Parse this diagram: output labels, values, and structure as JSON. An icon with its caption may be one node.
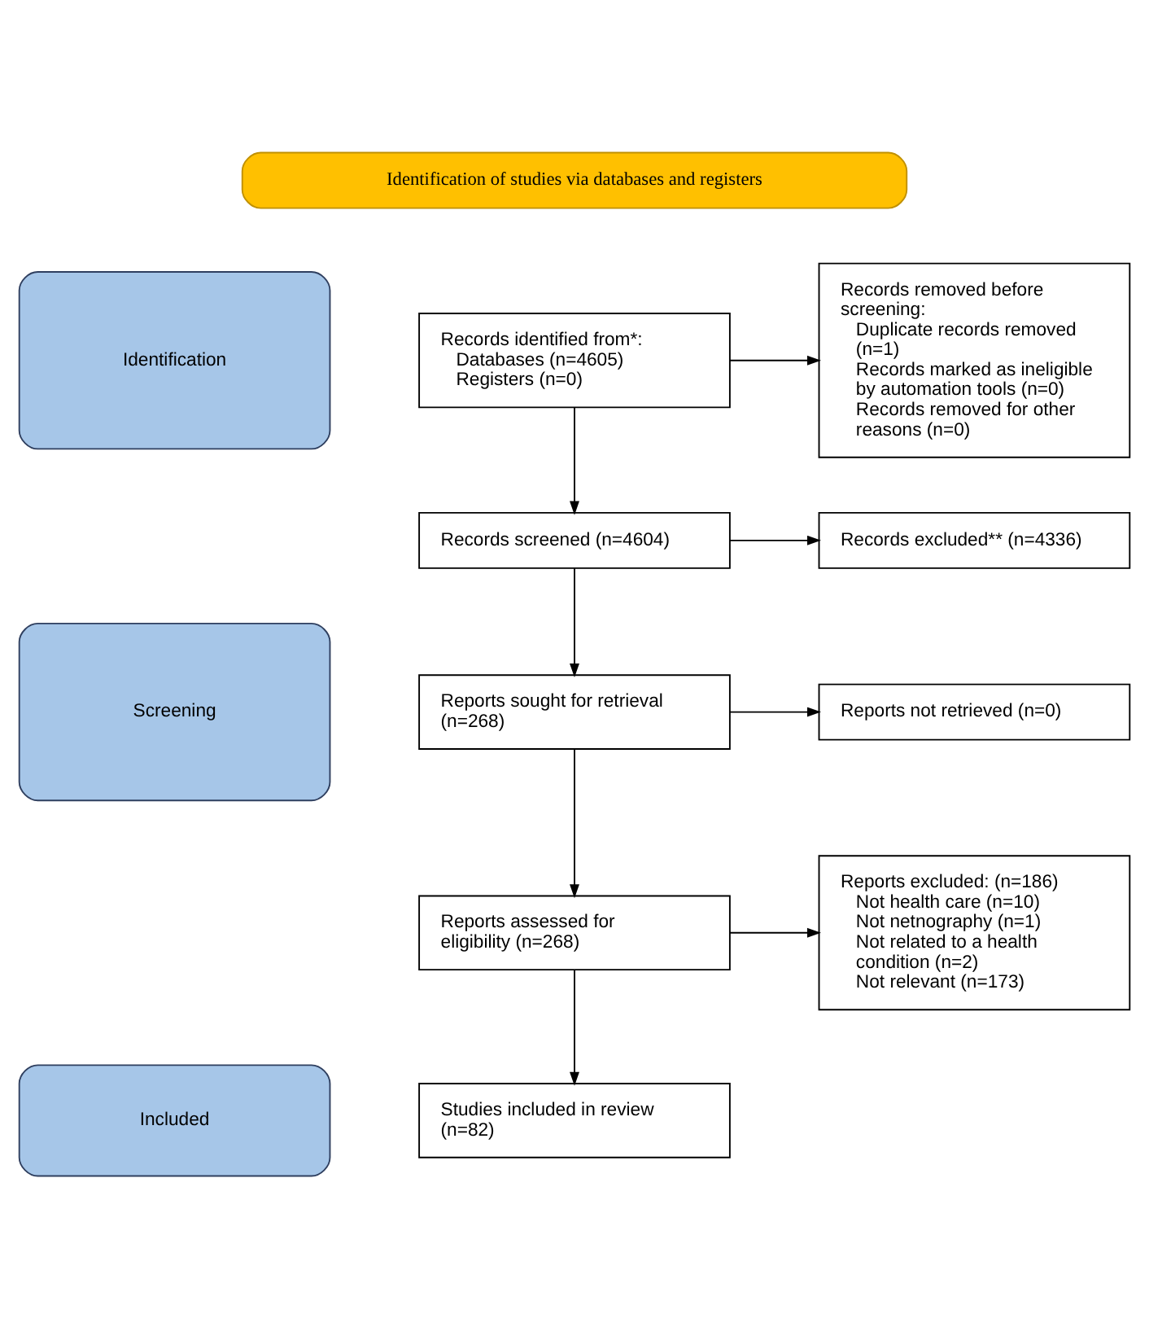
{
  "diagram": {
    "nodes": [
      {
        "text": [
          "Identification of studies via databases and registers"
        ]
      },
      {
        "text": [
          "Identification"
        ]
      },
      {
        "text": [
          "Screening"
        ]
      },
      {
        "text": [
          "Included"
        ]
      },
      {
        "text": [
          "Records identified from*:",
          "Databases (n=4605)",
          "Registers (n=0)"
        ]
      },
      {
        "text": [
          "Records removed before screening:",
          "Duplicate records removed (n=1)",
          "Records marked as ineligible by automation tools (n=0)",
          "Records removed for other reasons (n=0)"
        ]
      },
      {
        "text": [
          "Records screened (n=4604)"
        ]
      },
      {
        "text": [
          "Records excluded** (n=4336)"
        ]
      },
      {
        "text": [
          "Reports sought for retrieval (n=268)"
        ]
      },
      {
        "text": [
          "Reports not retrieved (n=0)"
        ]
      },
      {
        "text": [
          "Reports assessed for eligibility (n=268)"
        ]
      },
      {
        "text": [
          "Reports excluded: (n=186)",
          "Not health care (n=10)",
          "Not netnography (n=1)",
          "Not related to a health condition (n=2)",
          "Not relevant (n=173)"
        ]
      },
      {
        "text": [
          "Studies included in review (n=82)"
        ]
      }
    ],
    "edges": [
      {
        "from": 4,
        "to": 5,
        "arrow": "to"
      },
      {
        "from": 4,
        "to": 6,
        "arrow": "to"
      },
      {
        "from": 6,
        "to": 7,
        "arrow": "to"
      },
      {
        "from": 6,
        "to": 8,
        "arrow": "to"
      },
      {
        "from": 8,
        "to": 9,
        "arrow": "to"
      },
      {
        "from": 8,
        "to": 10,
        "arrow": "to"
      },
      {
        "from": 10,
        "to": 11,
        "arrow": "to"
      },
      {
        "from": 10,
        "to": 12,
        "arrow": "to"
      }
    ]
  }
}
